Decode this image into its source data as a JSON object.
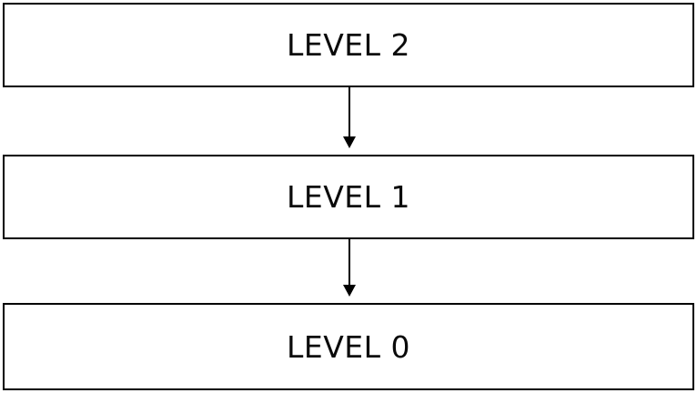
{
  "diagram": {
    "type": "flowchart",
    "orientation": "vertical-top-down",
    "background_color": "#ffffff",
    "line_color": "#000000",
    "text_color": "#0a0a0a",
    "nodes": [
      {
        "id": "level-2",
        "label": "LEVEL 2"
      },
      {
        "id": "level-1",
        "label": "LEVEL 1"
      },
      {
        "id": "level-0",
        "label": "LEVEL 0"
      }
    ],
    "edges": [
      {
        "from": "LEVEL 2",
        "to": "LEVEL 1",
        "arrow": "down-arrow"
      },
      {
        "from": "LEVEL 1",
        "to": "LEVEL 0",
        "arrow": "down-arrow"
      }
    ]
  }
}
